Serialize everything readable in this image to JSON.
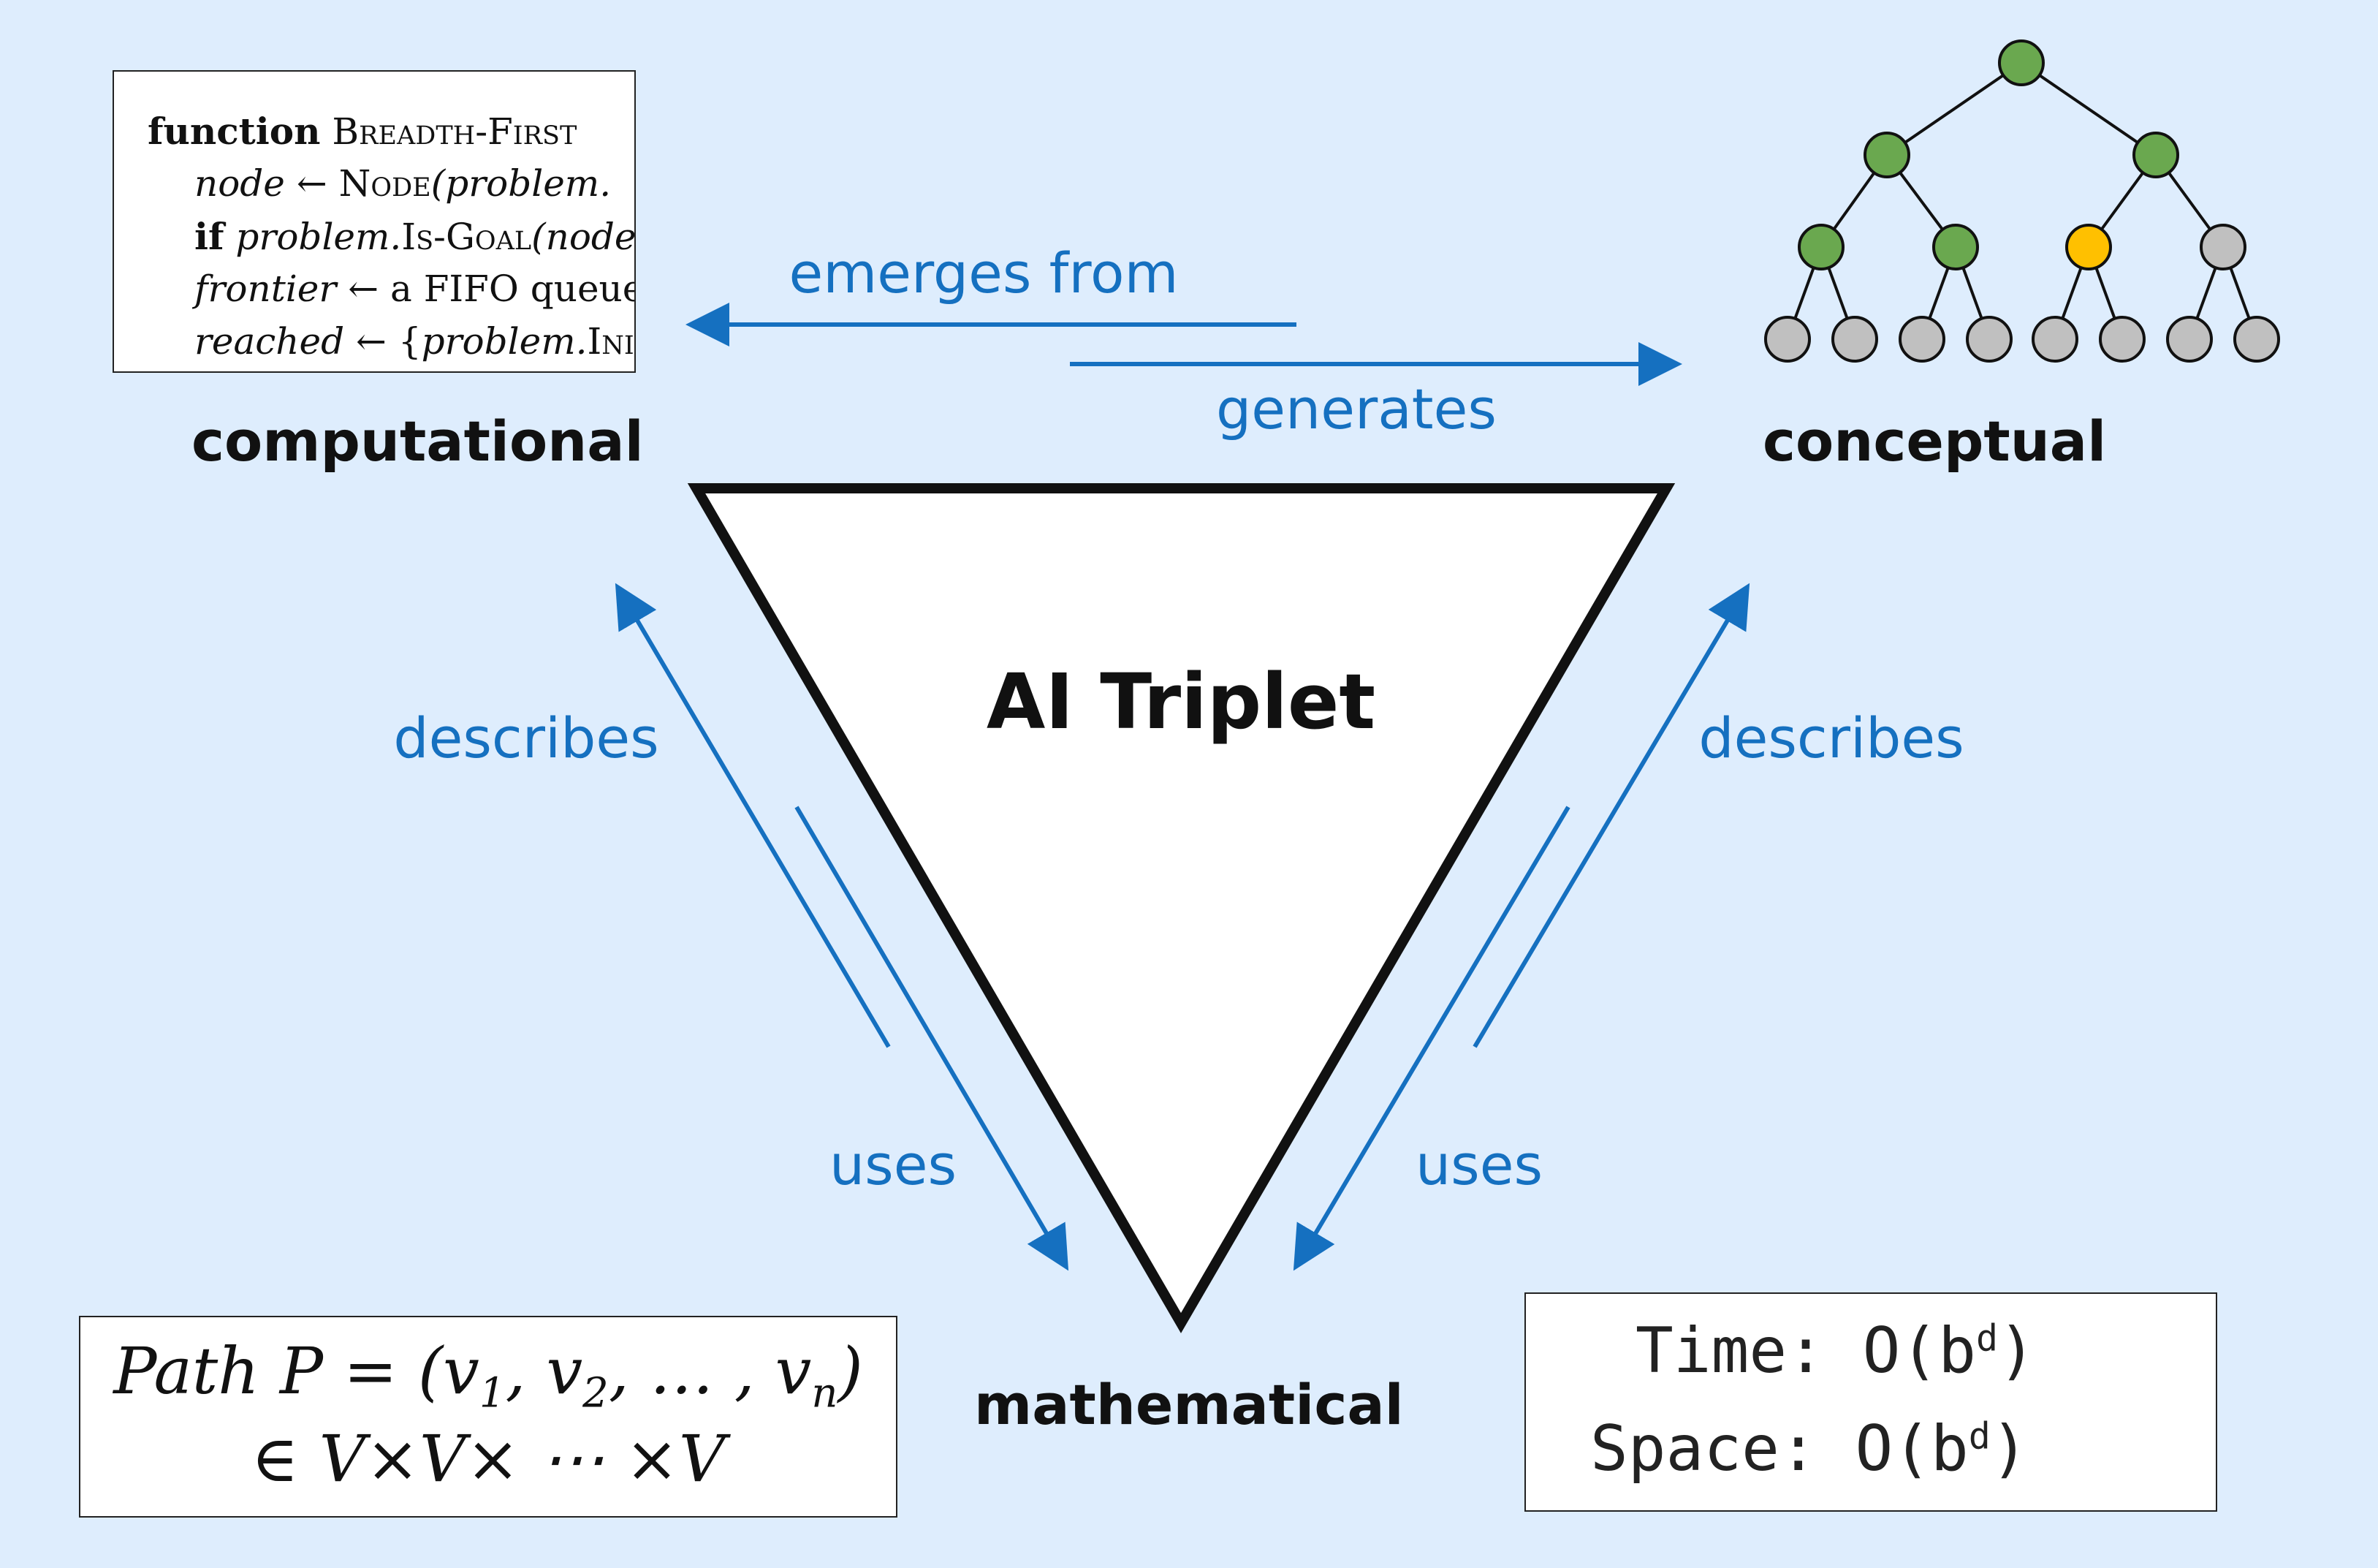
{
  "title": "AI Triplet",
  "vertices": {
    "computational": "computational",
    "conceptual": "conceptual",
    "mathematical": "mathematical"
  },
  "relations": {
    "emerges_from": "emerges from",
    "generates": "generates",
    "describes_left": "describes",
    "describes_right": "describes",
    "uses_left": "uses",
    "uses_right": "uses"
  },
  "code": {
    "line1_keyword": "function",
    "line1_name": "Breadth-First",
    "line2_var": "node",
    "line2_arrow": "←",
    "line2_call": "Node",
    "line2_arg": "(problem.",
    "line3_keyword": "if",
    "line3_obj": "problem.",
    "line3_call": "Is-Goal",
    "line3_arg": "(node",
    "line4_var": "frontier",
    "line4_arrow": "←",
    "line4_rest": "a FIFO queue",
    "line5_var": "reached",
    "line5_arrow": "←",
    "line5_brace": "{",
    "line5_obj": "problem.",
    "line5_call": "Initial"
  },
  "math": {
    "line1_prefix": "Path P = (v",
    "sub1": "1",
    "sep1": ", v",
    "sub2": "2",
    "sep2": ", … , v",
    "subn": "n",
    "close": ")",
    "line2": "∈ V×V× ⋯ ×V"
  },
  "complexity": {
    "time_label": "Time:",
    "time_value": "O(b",
    "time_exp": "d",
    "time_close": ")",
    "space_label": "Space:",
    "space_value": "O(b",
    "space_exp": "d",
    "space_close": ")"
  },
  "colors": {
    "background": "#deedfd",
    "relation_blue": "#1570c0",
    "node_green": "#6aa84f",
    "node_gold": "#ffc000",
    "node_gray": "#c0c0c0",
    "outline": "#111111"
  },
  "tree": {
    "icon": "search-tree-icon",
    "levels": 4,
    "branching": 2,
    "highlighted_node": "level 3, node 3",
    "expanded_nodes": "root, level 2, level 3 nodes 1-2"
  }
}
